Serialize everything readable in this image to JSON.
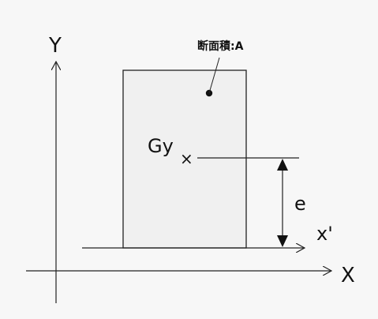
{
  "axes": {
    "y_label": "Y",
    "x_label": "X"
  },
  "section": {
    "area_label": "断面積:A",
    "centroid_label": "Gy",
    "centroid_marker": "×",
    "offset_label": "e",
    "local_axis_label": "x'"
  },
  "colors": {
    "background": "#f7f7f7",
    "rect_fill": "#f0f0f0",
    "stroke": "#222222"
  }
}
